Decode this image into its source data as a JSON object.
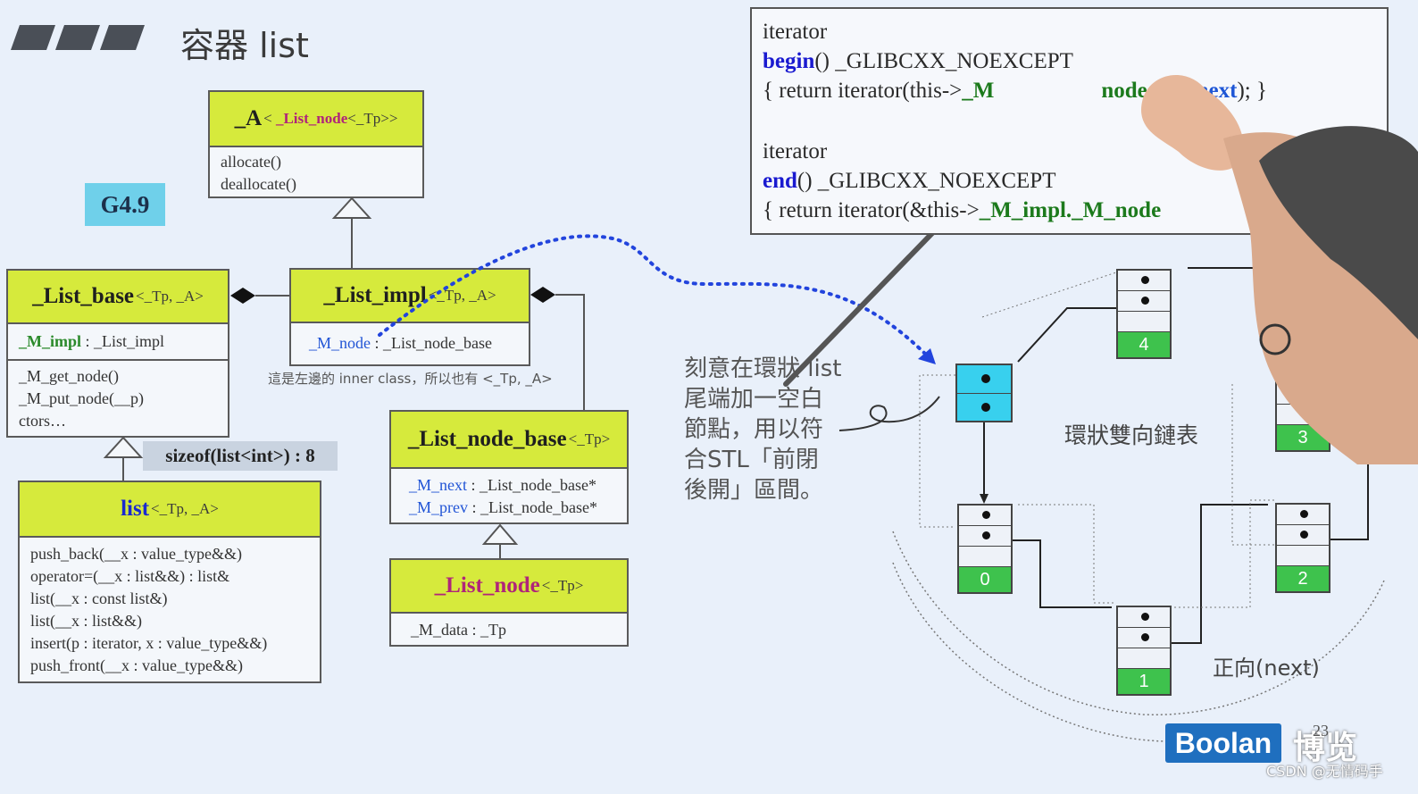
{
  "slide": {
    "title": "容器 list",
    "version_badge": "G4.9",
    "sizeof_note": "sizeof(list<int>) : 8",
    "inner_class_note": "這是左邊的 inner class，所以也有 <_Tp, _A>",
    "annotation": [
      "刻意在環狀 list",
      "尾端加一空白",
      "節點，用以符",
      "合STL「前閉",
      "後開」區間。"
    ],
    "ring_label": "環狀雙向鏈表",
    "forward_label": "正向(next)",
    "watermark": "CSDN @无情码手",
    "brand_logo": "Boolan",
    "brand_cn": "博览",
    "page_number": "23",
    "colors": {
      "header_fill": "#d6ea3c",
      "sentinel_node": "#38d0ee",
      "node_label": "#3ec24d",
      "keyword": "#1a1ad0",
      "dotted_arrow": "#2244dd"
    }
  },
  "classes": {
    "alloc": {
      "name": "_A",
      "tpl_open": "< ",
      "tpl_hl": "_List_node",
      "tpl_close": "<_Tp>>",
      "methods": [
        "allocate()",
        "deallocate()"
      ]
    },
    "list_base": {
      "name": "_List_base",
      "tpl": "<_Tp, _A>",
      "member_name": "_M_impl",
      "member_type": " : _List_impl",
      "methods": [
        "_M_get_node()",
        "_M_put_node(__p)",
        "ctors…"
      ]
    },
    "list_impl": {
      "name": "_List_impl",
      "tpl": "<_Tp, _A>",
      "member_name": "_M_node",
      "member_type": " : _List_node_base"
    },
    "list": {
      "name": "list",
      "tpl": "<_Tp, _A>",
      "methods": [
        "push_back(__x : value_type&&)",
        "operator=(__x : list&&) : list&",
        "list(__x : const list&)",
        "list(__x : list&&)",
        "insert(p : iterator, x : value_type&&)",
        "push_front(__x : value_type&&)"
      ]
    },
    "list_node_base": {
      "name": "_List_node_base",
      "tpl": "<_Tp>",
      "members": [
        {
          "name": "_M_next",
          "type": " : _List_node_base*"
        },
        {
          "name": "_M_prev",
          "type": " : _List_node_base*"
        }
      ]
    },
    "list_node": {
      "name": "_List_node",
      "tpl": "<_Tp>",
      "member": "_M_data : _Tp"
    }
  },
  "code": {
    "line1": "iterator",
    "line2_kw": "begin",
    "line2_rest": "() _GLIBCXX_NOEXCEPT",
    "line3_a": "{ return iterator(this->",
    "line3_b": "_M",
    "line3_c": "node.",
    "line3_d": "_M_next",
    "line3_e": "); }",
    "line4": "iterator",
    "line5_kw": "end",
    "line5_rest": "() _GLIBCXX_NOEXCEPT",
    "line6_a": "{ return iterator(&this->",
    "line6_b": "_M_impl.",
    "line6_c": "_M_node"
  },
  "nodes": [
    "0",
    "1",
    "2",
    "3",
    "4"
  ]
}
